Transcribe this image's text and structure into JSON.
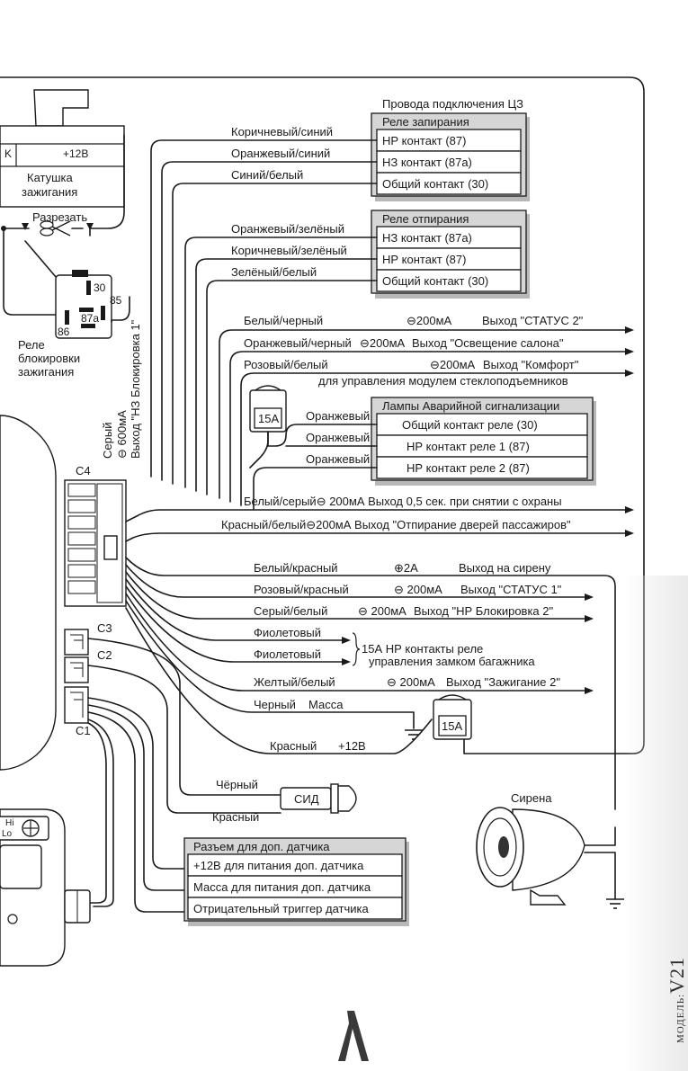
{
  "ignition": {
    "k_label": "K",
    "plus12_label": "+12В",
    "coil_label_1": "Катушка",
    "coil_label_2": "зажигания",
    "cut_label": "Разрезать"
  },
  "relay": {
    "pin30": "30",
    "pin85": "85",
    "pin86": "86",
    "pin87a": "87a",
    "label_1": "Реле",
    "label_2": "блокировки",
    "label_3": "зажигания"
  },
  "gray_wire": {
    "color": "Серый",
    "current": "⊖ 600мА",
    "output": "Выход \"НЗ Блокировка 1\""
  },
  "central_lock": {
    "title": "Провода подключения ЦЗ",
    "lock_relay": {
      "header": "Реле запирания",
      "rows": [
        "НР контакт (87)",
        "НЗ контакт (87а)",
        "Общий контакт (30)"
      ],
      "wires": [
        "Коричневый/синий",
        "Оранжевый/синий",
        "Синий/белый"
      ]
    },
    "unlock_relay": {
      "header": "Реле отпирания",
      "rows": [
        "НЗ контакт (87а)",
        "НР контакт (87)",
        "Общий контакт (30)"
      ],
      "wires": [
        "Оранжевый/зелёный",
        "Коричневый/зелёный",
        "Зелёный/белый"
      ]
    }
  },
  "outputs_top": [
    {
      "wire": "Белый/черный",
      "current": "⊖200мА",
      "output": "Выход \"СТАТУС 2\""
    },
    {
      "wire": "Оранжевый/черный",
      "current": "⊖200мА",
      "output": "Выход \"Освещение салона\""
    },
    {
      "wire": "Розовый/белый",
      "current": "⊖200мА",
      "output": "Выход \"Комфорт\""
    }
  ],
  "comfort_note": "для управления модулем стеклоподъемников",
  "hazard": {
    "fuse": "15A",
    "header": "Лампы Аварийной сигнализации",
    "rows": [
      "Общий контакт реле (30)",
      "НР контакт реле 1 (87)",
      "НР контакт реле 2 (87)"
    ],
    "wires": [
      "Оранжевый",
      "Оранжевый",
      "Оранжевый"
    ]
  },
  "connectors": {
    "c1": "C1",
    "c2": "C2",
    "c3": "C3",
    "c4": "C4"
  },
  "outputs_mid": [
    {
      "text": "Белый/серый⊖ 200мА Выход 0,5 сек. при снятии с охраны"
    },
    {
      "text": "Красный/белый⊖200мА Выход \"Отпирание дверей пассажиров\""
    }
  ],
  "outputs_low": [
    {
      "wire": "Белый/красный",
      "current": "⊕2А",
      "output": "Выход на сирену"
    },
    {
      "wire": "Розовый/красный",
      "current": "⊖ 200мА",
      "output": "Выход \"СТАТУС 1\""
    },
    {
      "wire": "Серый/белый",
      "current": "⊖ 200мА",
      "output": "Выход \"НР Блокировка 2\""
    }
  ],
  "trunk": {
    "wire_1": "Фиолетовый",
    "wire_2": "Фиолетовый",
    "note_1": "15А НР контакты реле",
    "note_2": "управления замком багажника"
  },
  "ignition2": {
    "wire": "Желтый/белый",
    "current": "⊖ 200мА",
    "output": "Выход \"Зажигание 2\""
  },
  "ground": {
    "wire": "Черный",
    "label": "Масса"
  },
  "power": {
    "wire": "Красный",
    "label": "+12В",
    "fuse": "15A"
  },
  "led": {
    "label": "СИД",
    "wire_1": "Чёрный",
    "wire_2": "Красный"
  },
  "siren": {
    "label": "Сирена"
  },
  "sensor": {
    "header": "Разъем для доп. датчика",
    "rows": [
      "+12В для питания доп. датчика",
      "Масса для питания доп. датчика",
      "Отрицательный триггер датчика"
    ]
  },
  "shock_sensor": {
    "hi": "Hi",
    "lo": "Lo"
  },
  "model": {
    "prefix": "МОДЕЛЬ:",
    "name": "V21"
  }
}
